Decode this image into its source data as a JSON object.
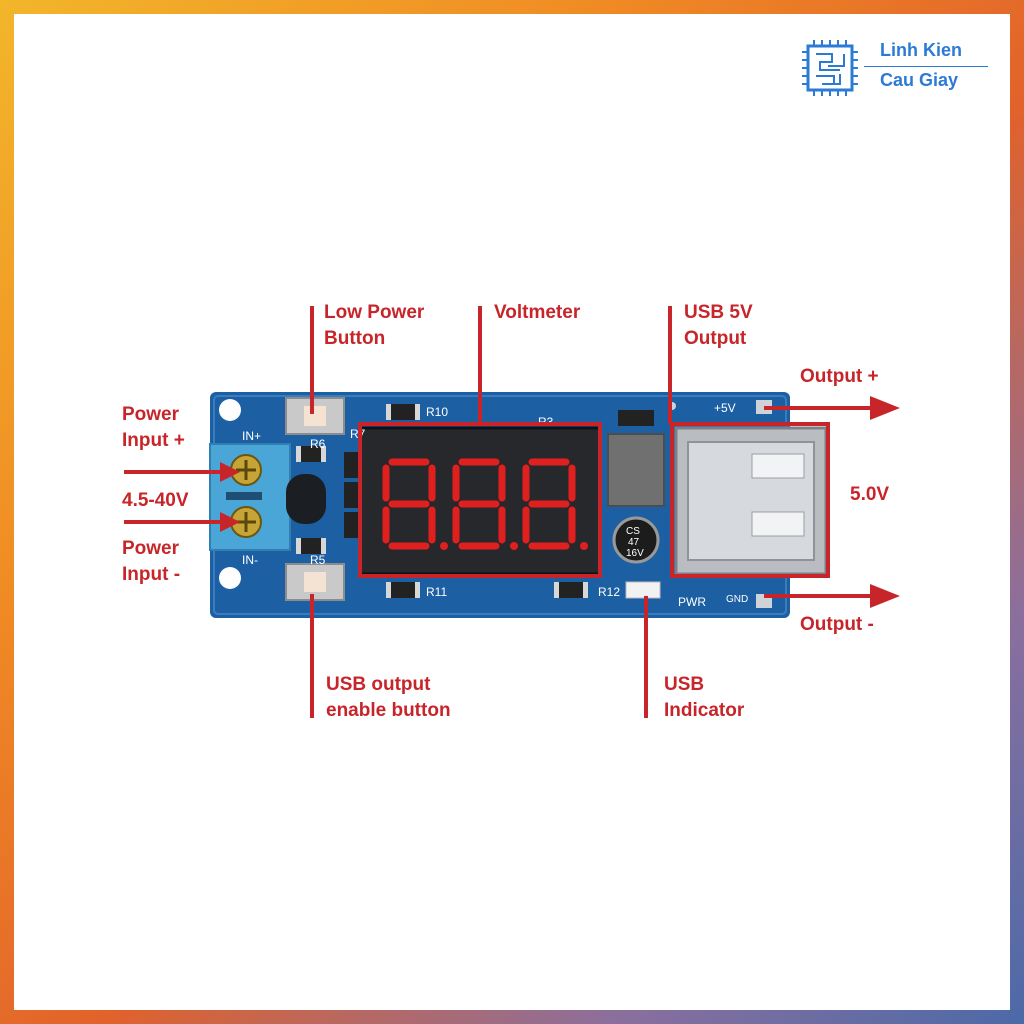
{
  "logo": {
    "line1": "Linh Kien",
    "line2": "Cau Giay",
    "icon": "chip-icon",
    "color": "#2b7bd6"
  },
  "labels": {
    "low_power_button": [
      "Low Power",
      "Button"
    ],
    "voltmeter": "Voltmeter",
    "usb_5v_output": [
      "USB 5V",
      "Output"
    ],
    "output_plus": "Output +",
    "power_input_plus": [
      "Power",
      "Input +"
    ],
    "input_range": "4.5-40V",
    "power_input_minus": [
      "Power",
      "Input -"
    ],
    "output_voltage": "5.0V",
    "output_minus": "Output -",
    "usb_output_enable": [
      "USB output",
      "enable button"
    ],
    "usb_indicator": [
      "USB",
      "Indicator"
    ]
  },
  "board": {
    "silkscreen": {
      "in_plus": "IN+",
      "in_minus": "IN-",
      "plus5v": "+5V",
      "gnd": "GND",
      "pwr": "PWR",
      "r6": "R6",
      "r5": "R5",
      "r7": "R7",
      "r10": "R10",
      "r11": "R11",
      "r12": "R12",
      "r3": "R3"
    },
    "capacitor": [
      "CS",
      "47",
      "16V"
    ],
    "colors": {
      "pcb": "#1d5fa3",
      "annotation": "#c8252a",
      "display_on": "#e01f1f",
      "terminal": "#4aa6d6"
    }
  }
}
